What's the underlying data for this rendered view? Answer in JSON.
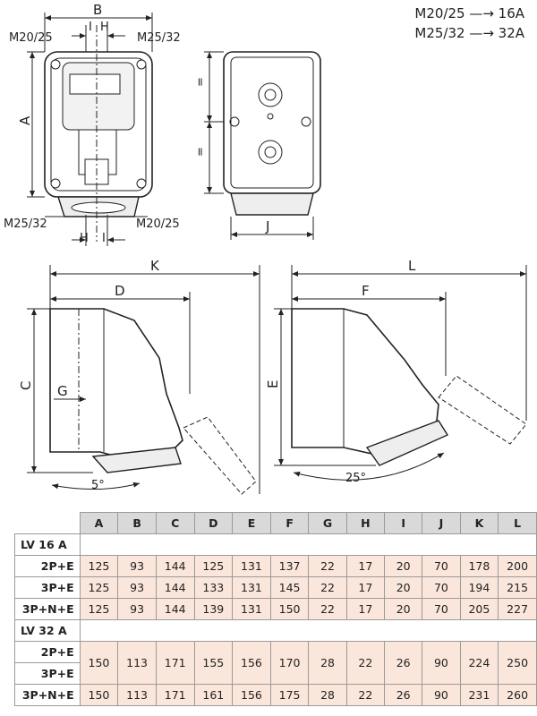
{
  "legend": {
    "line1": "M20/25 —→ 16A",
    "line2": "M25/32 —→ 32A"
  },
  "labels": {
    "B": "B",
    "I": "I",
    "H": "H",
    "A": "A",
    "J": "J",
    "K": "K",
    "D": "D",
    "C": "C",
    "G": "G",
    "L": "L",
    "F": "F",
    "E": "E",
    "m2025_top": "M20/25",
    "m2532_top": "M25/32",
    "m2532_bot": "M25/32",
    "m2025_bot": "M20/25",
    "angle5": "5°",
    "angle25": "25°",
    "eq1": "=",
    "eq2": "="
  },
  "table": {
    "headers": [
      "A",
      "B",
      "C",
      "D",
      "E",
      "F",
      "G",
      "H",
      "I",
      "J",
      "K",
      "L"
    ],
    "group1": "LV 16 A",
    "rows16": [
      {
        "label": "2P+E",
        "values": [
          "125",
          "93",
          "144",
          "125",
          "131",
          "137",
          "22",
          "17",
          "20",
          "70",
          "178",
          "200"
        ]
      },
      {
        "label": "3P+E",
        "values": [
          "125",
          "93",
          "144",
          "133",
          "131",
          "145",
          "22",
          "17",
          "20",
          "70",
          "194",
          "215"
        ]
      },
      {
        "label": "3P+N+E",
        "values": [
          "125",
          "93",
          "144",
          "139",
          "131",
          "150",
          "22",
          "17",
          "20",
          "70",
          "205",
          "227"
        ]
      }
    ],
    "group2": "LV 32 A",
    "rows32_labels": [
      "2P+E",
      "3P+E"
    ],
    "rows32_merged": [
      "150",
      "113",
      "171",
      "155",
      "156",
      "170",
      "28",
      "22",
      "26",
      "90",
      "224",
      "250"
    ],
    "row32_last": {
      "label": "3P+N+E",
      "values": [
        "150",
        "113",
        "171",
        "161",
        "156",
        "175",
        "28",
        "22",
        "26",
        "90",
        "231",
        "260"
      ]
    }
  }
}
